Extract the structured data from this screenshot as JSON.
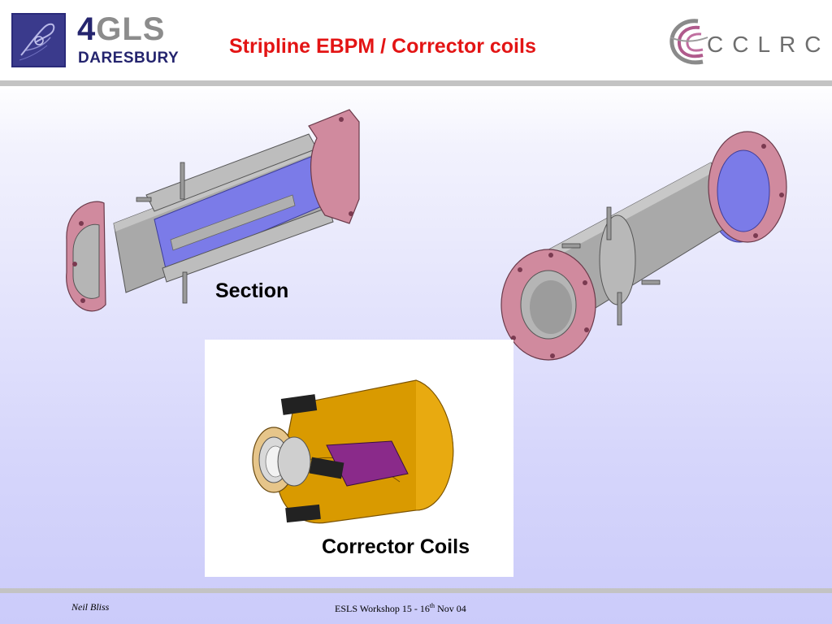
{
  "header": {
    "title": "Stripline EBPM / Corrector coils",
    "logo_left": {
      "line1_a": "4",
      "line1_b": "GLS",
      "line2": "DARESBURY"
    },
    "logo_right": {
      "name": "CCLRC"
    }
  },
  "figures": {
    "section_label": "Section",
    "coils_label": "Corrector Coils"
  },
  "footer": {
    "author": "Neil Bliss",
    "event_pre": "ESLS Workshop  15 - 16",
    "event_sup": "th",
    "event_post": "  Nov 04"
  },
  "colors": {
    "title": "#e31414",
    "flange": "#d08a9e",
    "pipe": "#a9a9a9",
    "inner": "#7b7be8",
    "coil": "#d99a00",
    "accent_navy": "#24246e"
  },
  "icons": [
    "quill-swirl-logo",
    "cclrc-swirl-logo"
  ]
}
